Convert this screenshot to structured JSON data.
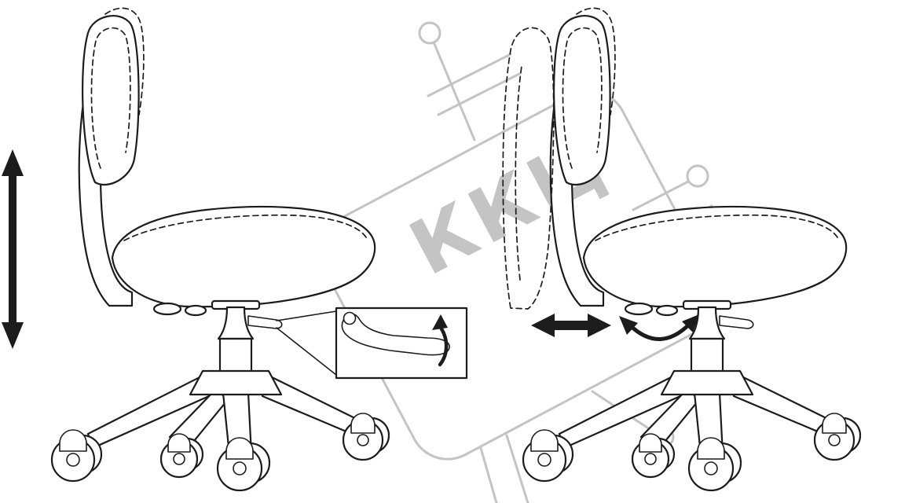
{
  "diagram": {
    "watermark": "ККЦ",
    "colors": {
      "line": "#1c1c1c",
      "watermark": "#c4c4c4",
      "background": "#ffffff"
    },
    "icons": {
      "height_arrow": "vertical-double-arrow",
      "slide_arrow": "horizontal-double-arrow",
      "swivel_arrow": "curved-double-arrow",
      "lever_detail": "height-adjustment-lever-inset"
    }
  }
}
